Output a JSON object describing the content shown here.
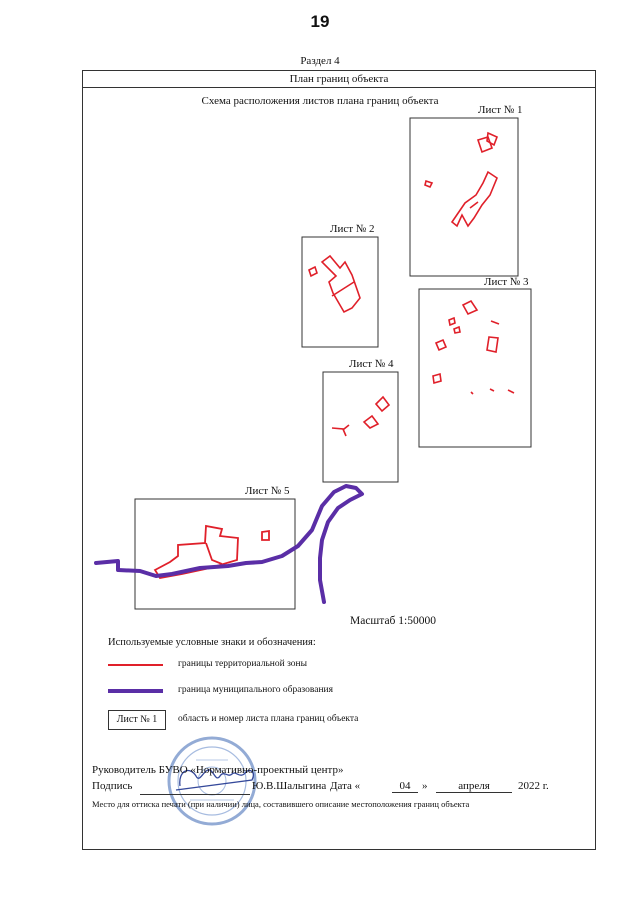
{
  "page_number": "19",
  "section": "Раздел 4",
  "header": "План границ объекта",
  "scheme_title": "Схема расположения листов плана границ объекта",
  "sheets": [
    {
      "label": "Лист № 1"
    },
    {
      "label": "Лист № 2"
    },
    {
      "label": "Лист № 3"
    },
    {
      "label": "Лист № 4"
    },
    {
      "label": "Лист № 5"
    }
  ],
  "scale": "Масштаб 1:50000",
  "legend": {
    "title": "Используемые условные знаки и обозначения:",
    "items": [
      {
        "text": "границы территориальной зоны",
        "color": "#e0202a"
      },
      {
        "text": "граница муниципального образования",
        "color": "#5a2ea6"
      },
      {
        "box_label": "Лист № 1",
        "text": "область и номер листа плана границ объекта"
      }
    ]
  },
  "signature": {
    "line1": "Руководитель БУВО «Нормативно-проектный центр»",
    "podpis_label": "Подпись",
    "name": "Ю.В.Шалыгина",
    "date_label": "Дата «",
    "day": "04",
    "date_mid": "»",
    "month": "апреля",
    "year": "2022 г.",
    "note": "Место для оттиска печати (при наличии) лица, составившего описание местоположения границ объекта"
  },
  "colors": {
    "zone": "#e0202a",
    "municipal": "#5a2ea6",
    "stamp": "#6f8fc8"
  }
}
